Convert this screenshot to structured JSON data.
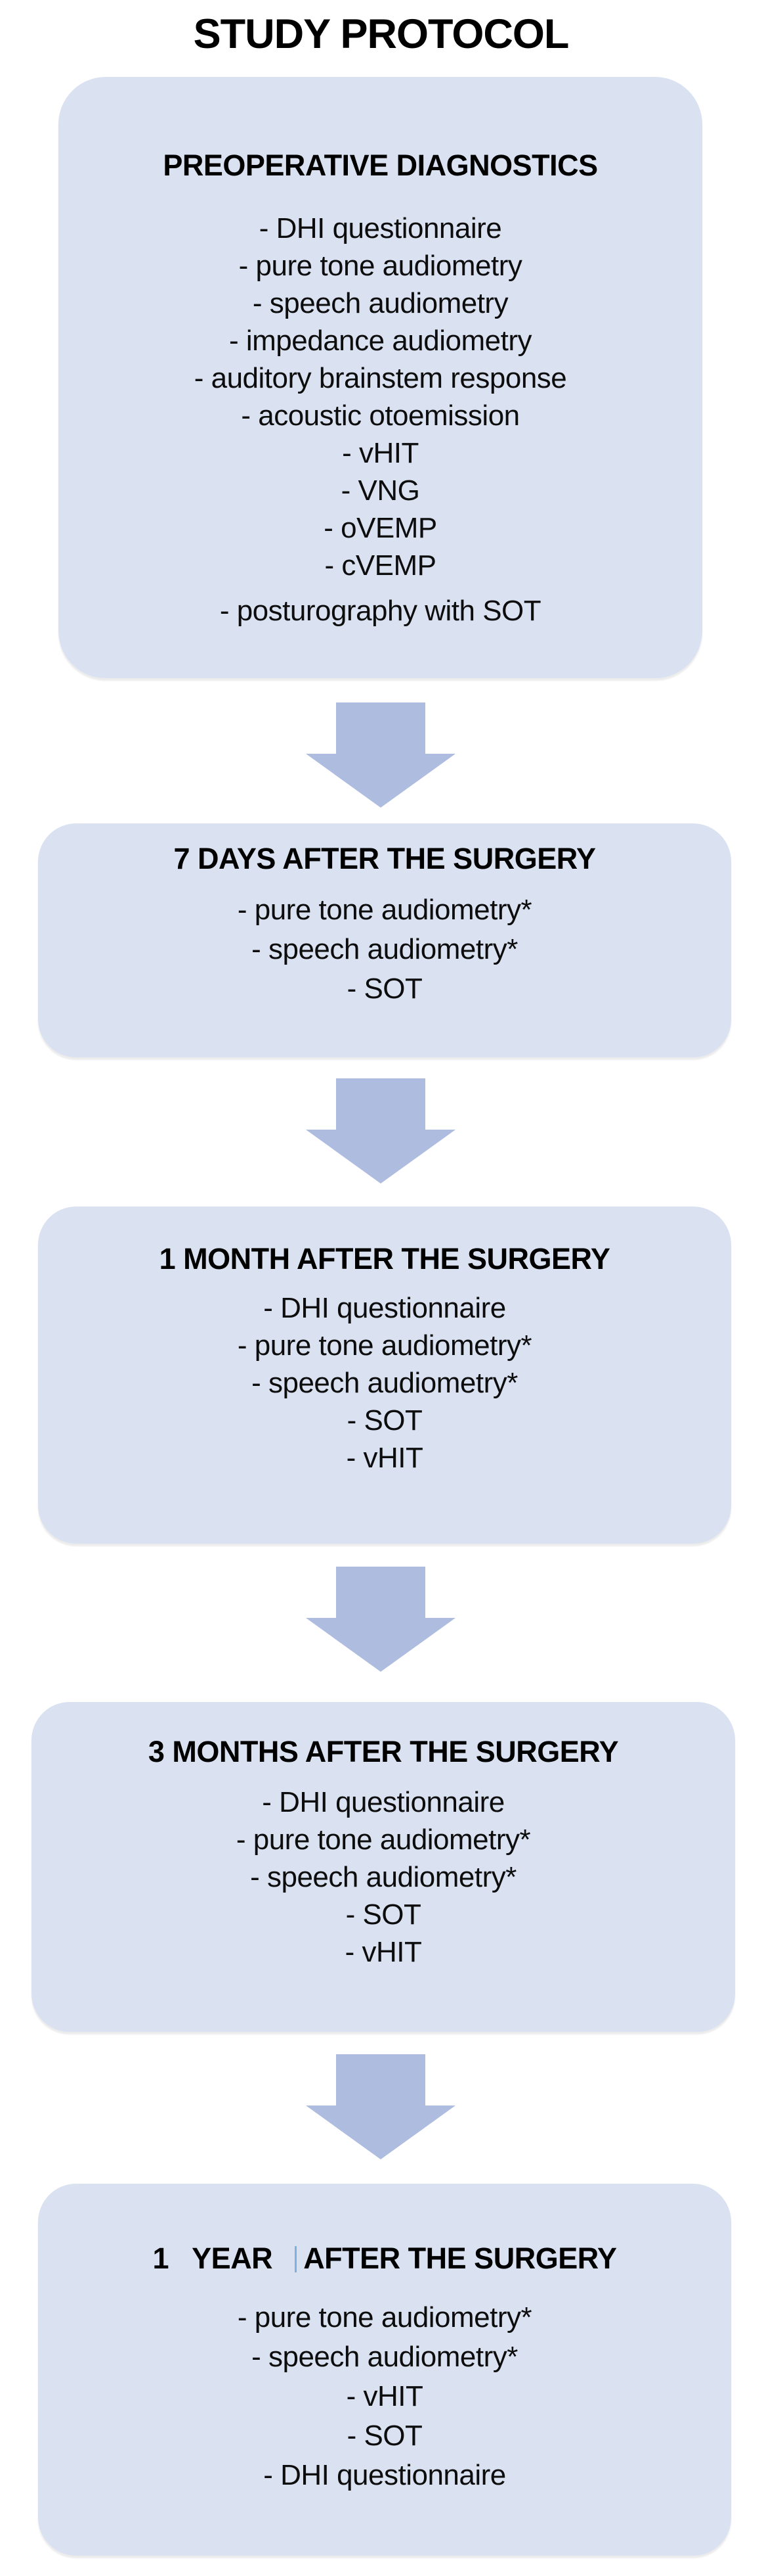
{
  "page": {
    "title": "STUDY PROTOCOL"
  },
  "colors": {
    "box_fill": "#dae2f2",
    "arrow_fill": "#aebcdf",
    "header_text": "#000000",
    "item_text": "#0d0d0d",
    "year_divider": "#7fb1e0"
  },
  "boxes": [
    {
      "header": "PREOPERATIVE DIAGNOSTICS",
      "items": [
        "- DHI questionnaire",
        "- pure tone audiometry",
        "- speech audiometry",
        "- impedance audiometry",
        "- auditory brainstem response",
        "- acoustic otoemission",
        "- vHIT",
        "- VNG",
        "- oVEMP",
        "- cVEMP",
        "- posturography with SOT"
      ]
    },
    {
      "header": "7 DAYS AFTER THE SURGERY",
      "items": [
        "- pure tone audiometry*",
        "- speech audiometry*",
        "- SOT"
      ]
    },
    {
      "header": "1 MONTH AFTER THE SURGERY",
      "items": [
        "- DHI questionnaire",
        "- pure tone audiometry*",
        "- speech audiometry*",
        "- SOT",
        "- vHIT"
      ]
    },
    {
      "header": "3 MONTHS AFTER THE SURGERY",
      "items": [
        "- DHI questionnaire",
        "- pure tone audiometry*",
        "- speech audiometry*",
        "- SOT",
        "- vHIT"
      ]
    },
    {
      "header_left": "1   YEAR",
      "header_right": "AFTER THE SURGERY",
      "items": [
        "- pure tone audiometry*",
        "- speech audiometry*",
        "- vHIT",
        "- SOT",
        "- DHI questionnaire"
      ]
    }
  ]
}
